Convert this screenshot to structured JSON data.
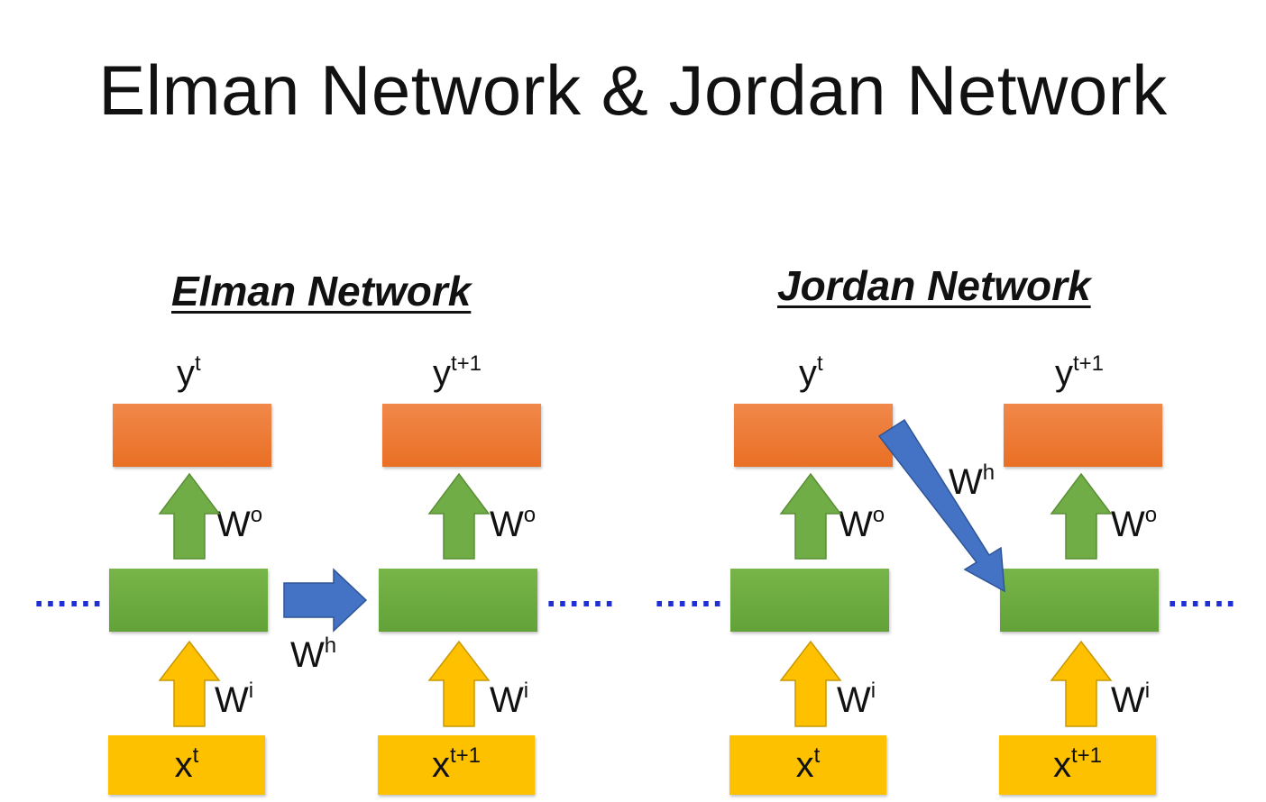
{
  "title": "Elman Network & Jordan Network",
  "elman": {
    "heading": "Elman Network",
    "y_t": "y",
    "y_t_sup": "t",
    "y_t1": "y",
    "y_t1_sup": "t+1",
    "x_t": "x",
    "x_t_sup": "t",
    "x_t1": "x",
    "x_t1_sup": "t+1",
    "wo": "W",
    "wo_sup": "o",
    "wi": "W",
    "wi_sup": "i",
    "wh": "W",
    "wh_sup": "h",
    "dots": "……"
  },
  "jordan": {
    "heading": "Jordan Network",
    "y_t": "y",
    "y_t_sup": "t",
    "y_t1": "y",
    "y_t1_sup": "t+1",
    "x_t": "x",
    "x_t_sup": "t",
    "x_t1": "x",
    "x_t1_sup": "t+1",
    "wo": "W",
    "wo_sup": "o",
    "wi": "W",
    "wi_sup": "i",
    "wh": "W",
    "wh_sup": "h",
    "dots": "……"
  },
  "colors": {
    "output": "#ed7d31",
    "hidden": "#70ad47",
    "input": "#ffc000",
    "recurrent_arrow": "#4472c4",
    "dots": "#1f2fd6"
  }
}
